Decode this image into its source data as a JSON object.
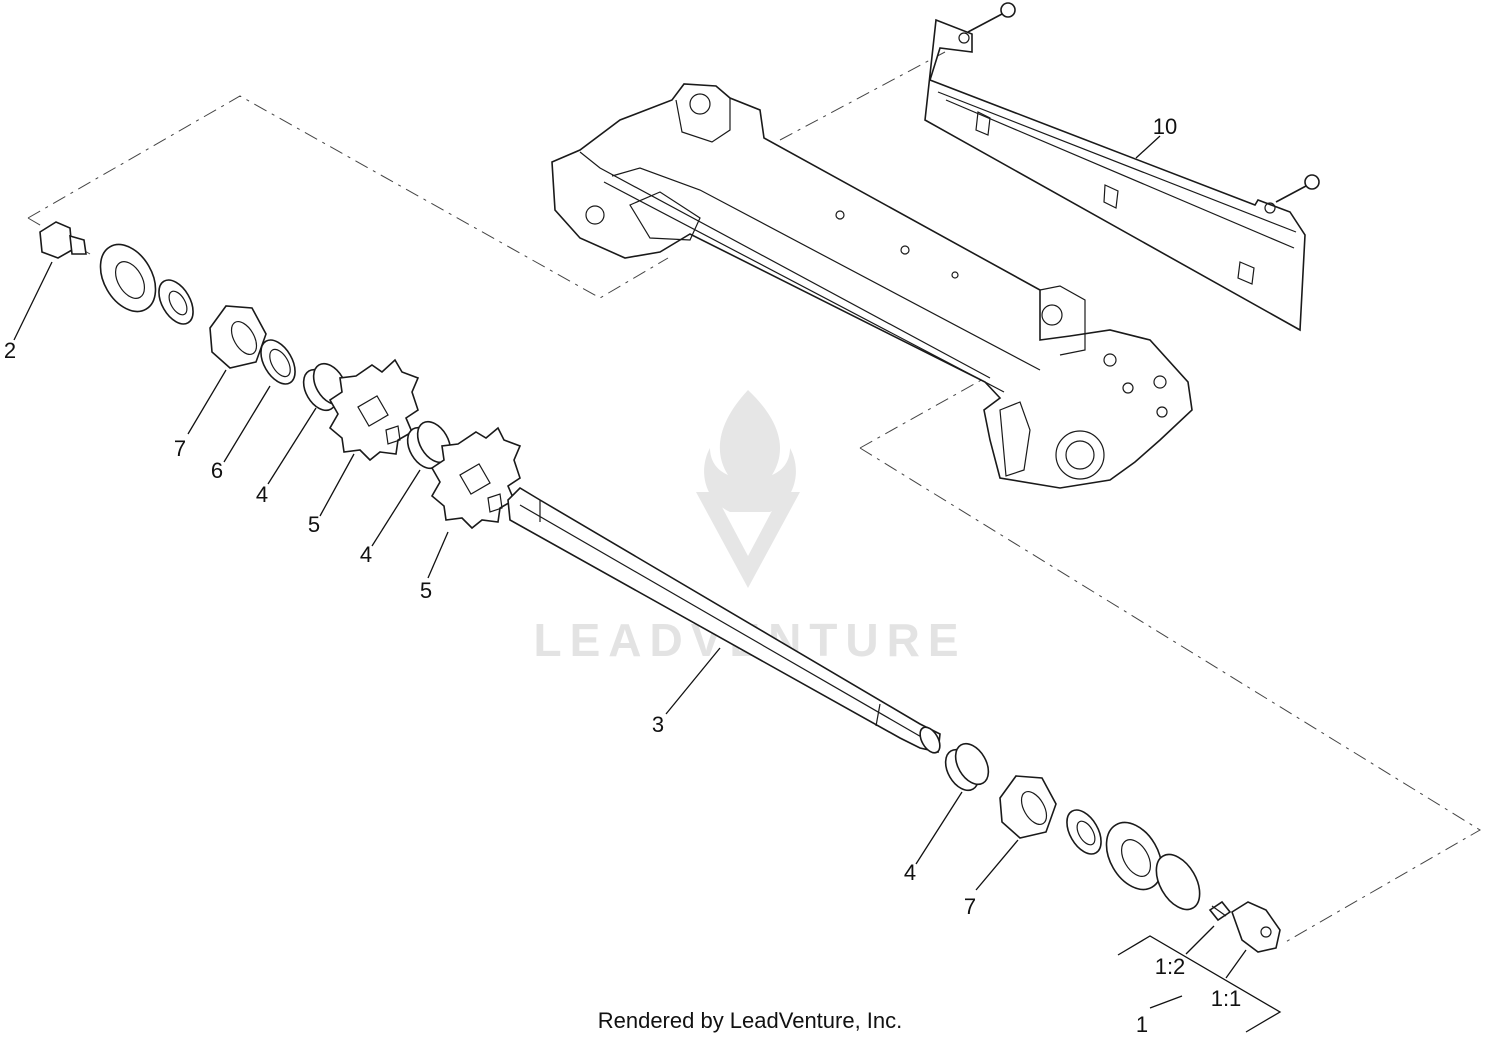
{
  "callouts": {
    "c2": "2",
    "c7a": "7",
    "c6": "6",
    "c4a": "4",
    "c5a": "5",
    "c4b": "4",
    "c5b": "5",
    "c3": "3",
    "c10": "10",
    "c4c": "4",
    "c7b": "7",
    "c1_2": "1:2",
    "c1_1": "1:1",
    "c1": "1"
  },
  "footer": {
    "credit": "Rendered by LeadVenture, Inc."
  },
  "watermark": {
    "text": "LEADVENTURE",
    "icon": "leadventure-flame-logo"
  },
  "colors": {
    "line": "#1a1a1a",
    "watermark": "#e3e3e3",
    "background": "#ffffff"
  }
}
